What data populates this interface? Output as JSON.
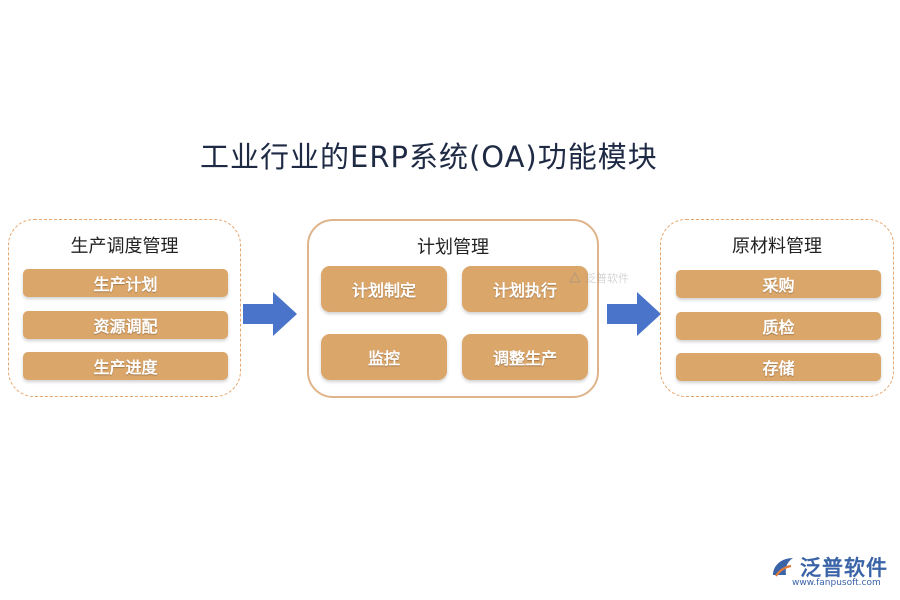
{
  "title": "工业行业的ERP系统(OA)功能模块",
  "panels": {
    "left": {
      "title": "生产调度管理",
      "items": [
        "生产计划",
        "资源调配",
        "生产进度"
      ]
    },
    "center": {
      "title": "计划管理",
      "items": [
        "计划制定",
        "计划执行",
        "监控",
        "调整生产"
      ]
    },
    "right": {
      "title": "原材料管理",
      "items": [
        "采购",
        "质检",
        "存储"
      ]
    }
  },
  "colors": {
    "tile": "#dba66a",
    "border": "#e6a56d",
    "arrow": "#4a74c9",
    "title": "#1f2a44",
    "brand": "#3a63a8"
  },
  "icons": {
    "arrow": "right-arrow-icon",
    "logo": "fanpu-logo-icon"
  },
  "watermark": {
    "text": "泛普软件"
  },
  "logo": {
    "name": "泛普软件",
    "url": "www.fanpusoft.com"
  }
}
